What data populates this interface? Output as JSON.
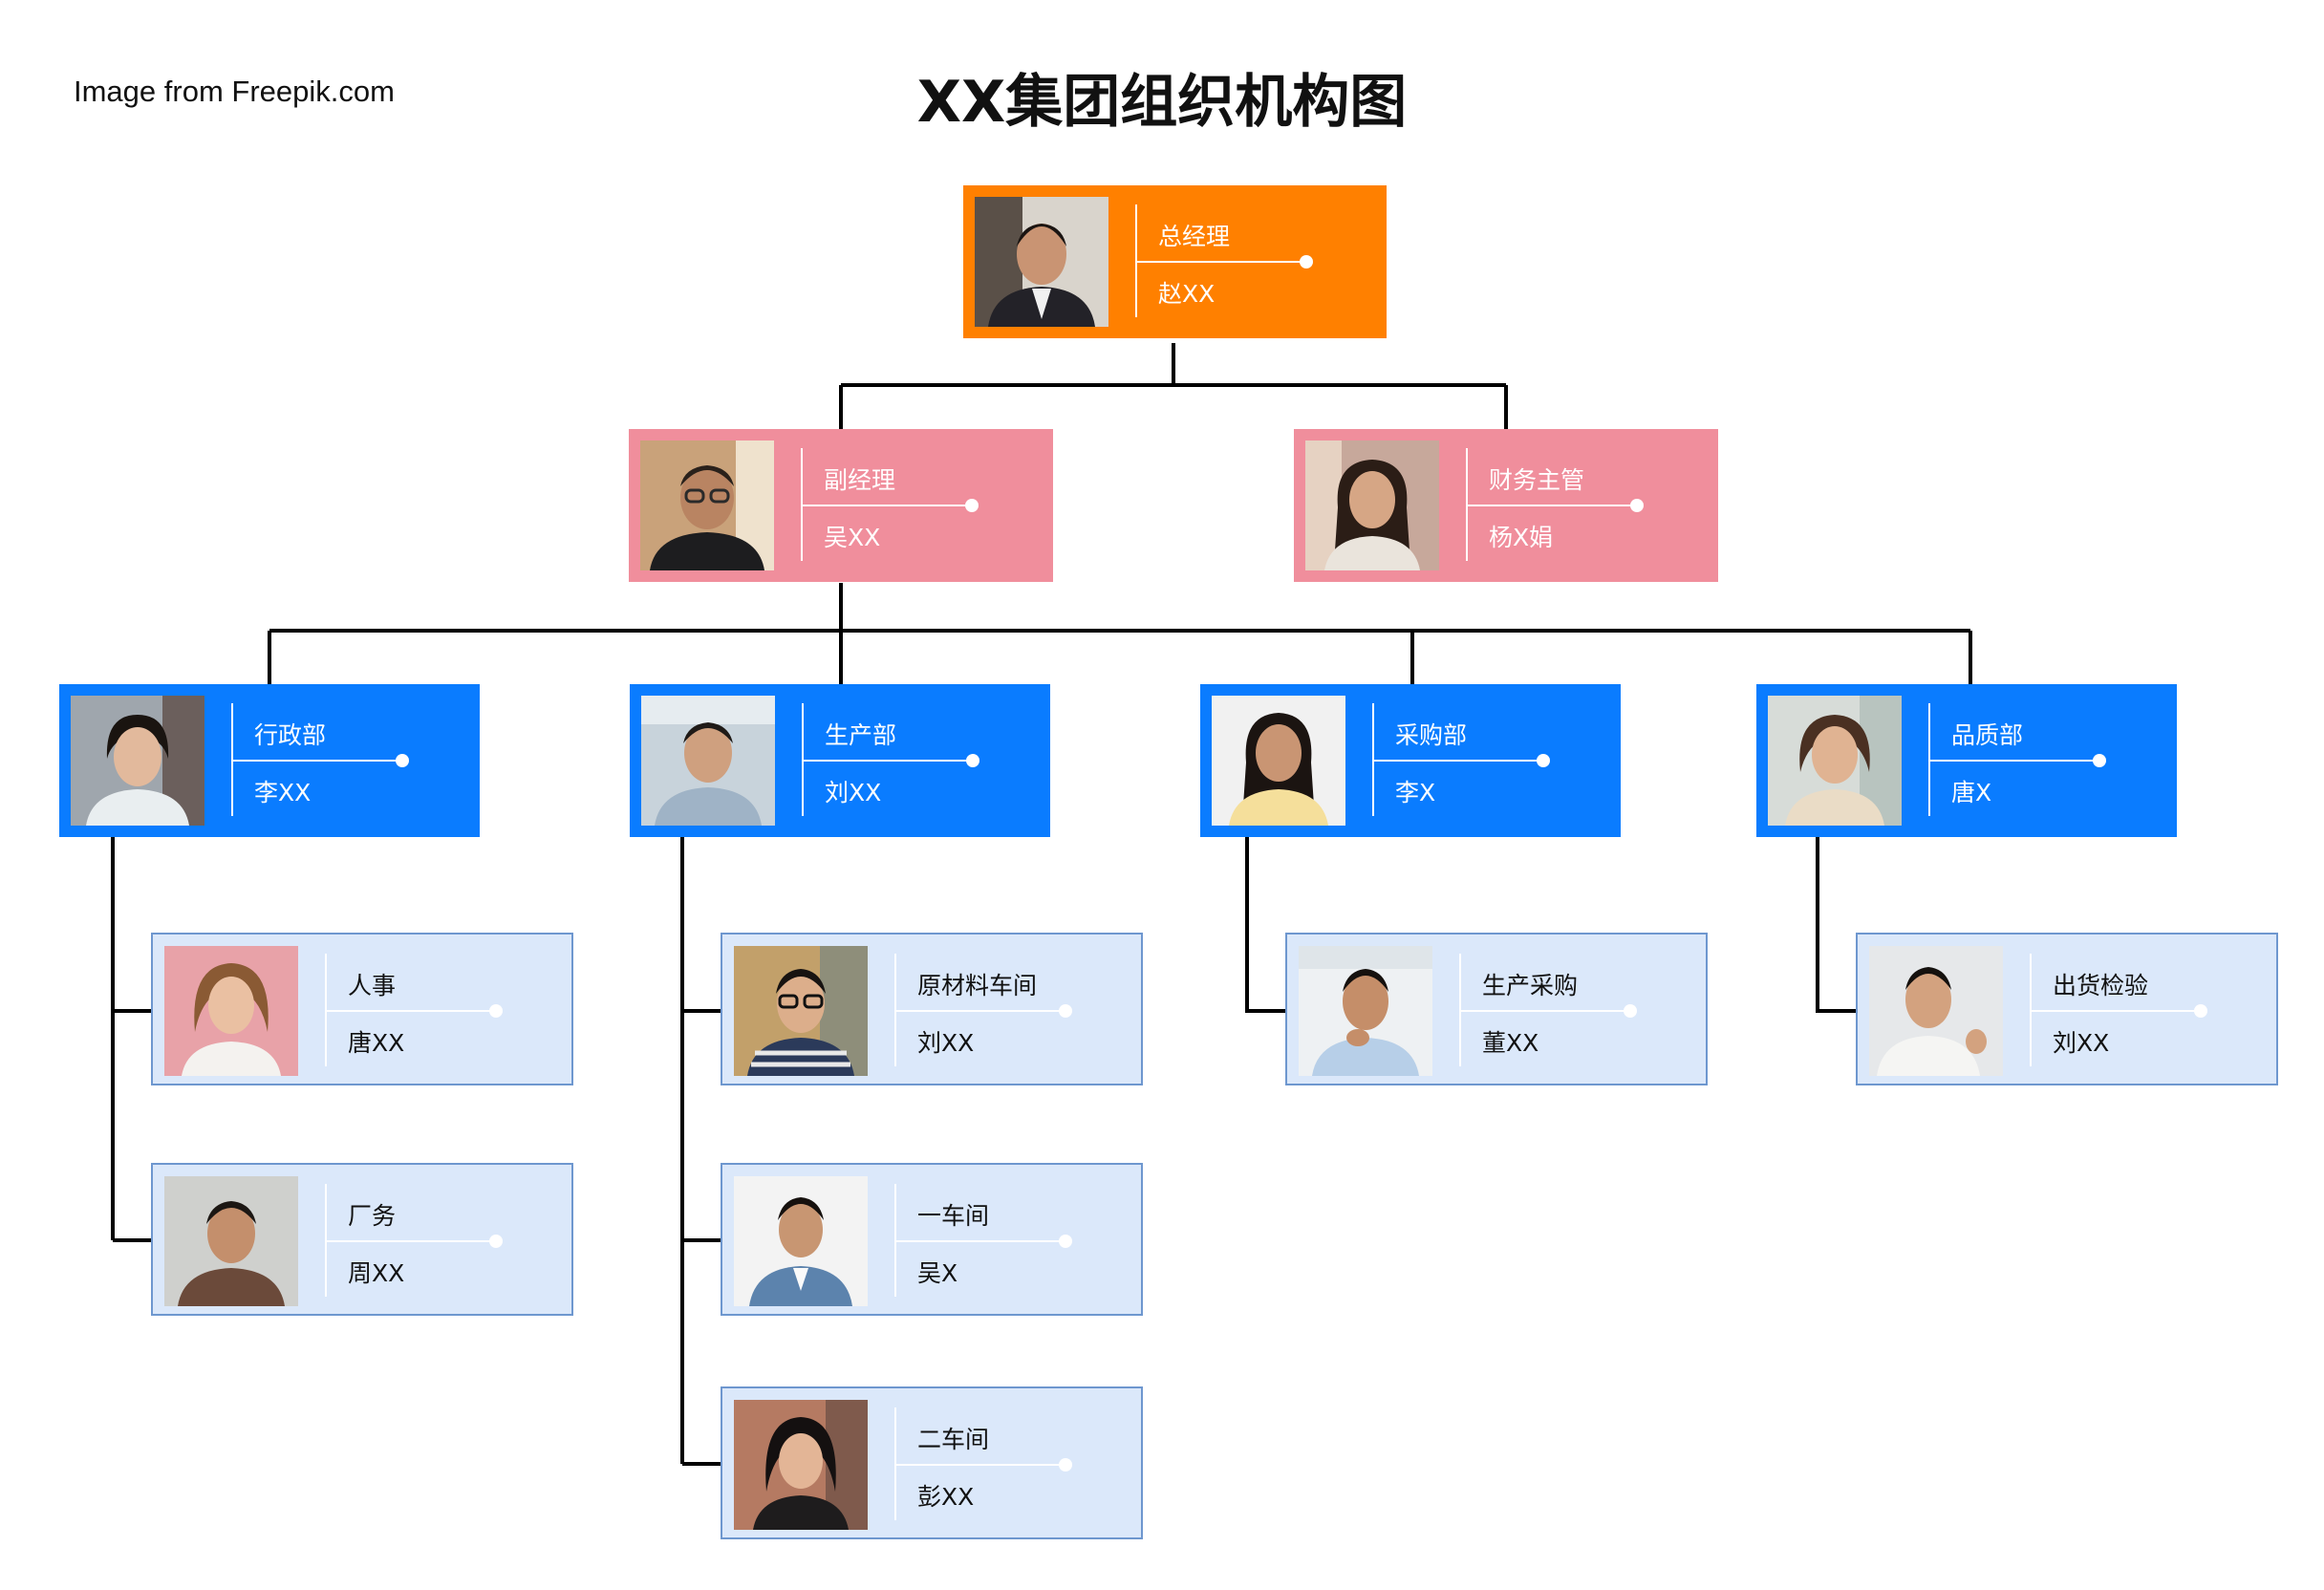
{
  "credit": "Image from Freepik.com",
  "title": "XX集团组织机构图",
  "colors": {
    "gm": "#ff8000",
    "deputy": "#f08e9c",
    "dept": "#0a7cff",
    "sub": "#dbe8fa",
    "sub_border": "#6e97cf",
    "line": "#000000"
  },
  "nodes": {
    "gm": {
      "role": "总经理",
      "name": "赵XX"
    },
    "deputy": {
      "role": "副经理",
      "name": "吴XX"
    },
    "finance": {
      "role": "财务主管",
      "name": "杨X娟"
    },
    "admin": {
      "role": "行政部",
      "name": "李XX"
    },
    "production": {
      "role": "生产部",
      "name": "刘XX"
    },
    "purchasing": {
      "role": "采购部",
      "name": "李X"
    },
    "quality": {
      "role": "品质部",
      "name": "唐X"
    },
    "hr": {
      "role": "人事",
      "name": "唐XX"
    },
    "factory_affairs": {
      "role": "厂务",
      "name": "周XX"
    },
    "raw_material": {
      "role": "原材料车间",
      "name": "刘XX"
    },
    "workshop1": {
      "role": "一车间",
      "name": "吴X"
    },
    "workshop2": {
      "role": "二车间",
      "name": "彭XX"
    },
    "prod_purchase": {
      "role": "生产采购",
      "name": "董XX"
    },
    "shipping_inspection": {
      "role": "出货检验",
      "name": "刘XX"
    }
  }
}
